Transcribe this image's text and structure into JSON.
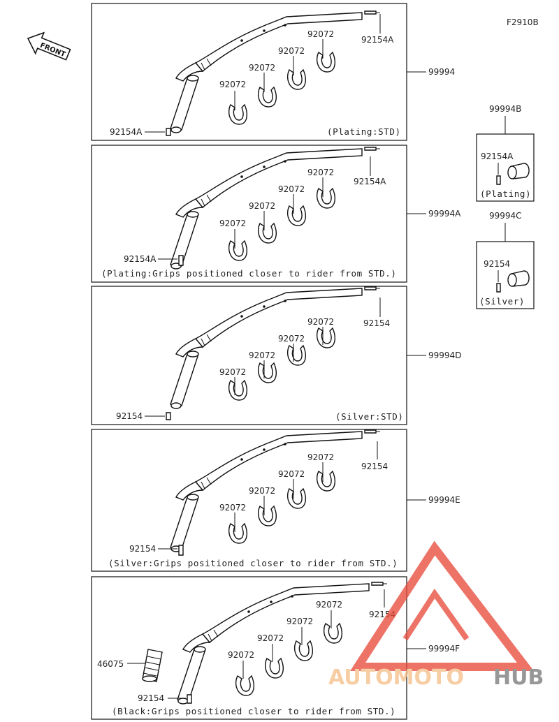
{
  "figure_code": "F2910B",
  "front_label": "FRONT",
  "panels": [
    {
      "id": "99994",
      "parts": {
        "end_bolt": "92154A",
        "grip_bolt": "92154A",
        "clamps": [
          "92072",
          "92072",
          "92072",
          "92072"
        ]
      },
      "caption": "(Plating:STD)"
    },
    {
      "id": "99994A",
      "parts": {
        "end_bolt": "92154A",
        "grip_bolt": "92154A",
        "clamps": [
          "92072",
          "92072",
          "92072",
          "92072"
        ]
      },
      "caption": "(Plating:Grips positioned closer to rider from STD.)"
    },
    {
      "id": "99994D",
      "parts": {
        "end_bolt": "92154",
        "grip_bolt": "92154",
        "clamps": [
          "92072",
          "92072",
          "92072",
          "92072"
        ]
      },
      "caption": "(Silver:STD)"
    },
    {
      "id": "99994E",
      "parts": {
        "end_bolt": "92154",
        "grip_bolt": "92154",
        "clamps": [
          "92072",
          "92072",
          "92072",
          "92072"
        ]
      },
      "caption": "(Silver:Grips positioned closer to rider from STD.)"
    },
    {
      "id": "99994F",
      "parts": {
        "end_bolt": "92154",
        "grip_bolt": "92154",
        "grip": "46075",
        "clamps": [
          "92072",
          "92072",
          "92072",
          "92072"
        ]
      },
      "caption": "(Black:Grips positioned closer to rider from STD.)"
    }
  ],
  "side_kits": [
    {
      "id": "99994B",
      "bolt": "92154A",
      "caption": "(Plating)"
    },
    {
      "id": "99994C",
      "bolt": "92154",
      "caption": "(Silver)"
    }
  ],
  "watermark": {
    "text_a": "AUTOMOTO",
    "text_b": "HUB",
    "color_a": "#f5c08a",
    "color_b": "#7a7a7a",
    "logo_color": "#e84c3d"
  }
}
